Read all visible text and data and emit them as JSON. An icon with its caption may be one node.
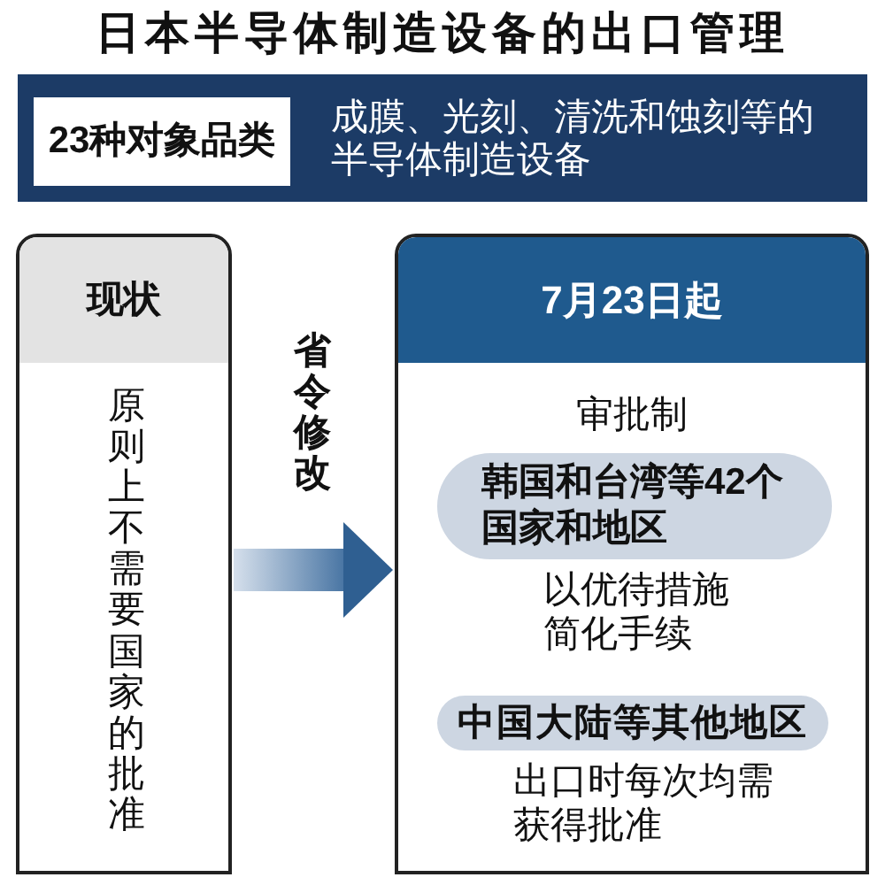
{
  "diagram": {
    "title": "日本半导体制造设备的出口管理",
    "nodes": [
      {
        "text": [
          "成膜、光刻、清洗和蚀刻等的半导体制造设备"
        ]
      },
      {
        "text": [
          "23种对象品类"
        ],
        "in": 0
      },
      {
        "text": [
          "现状",
          "原则上不需要国家的批准"
        ]
      },
      {
        "text": [
          "7月23日起",
          "审批制",
          "以优待措施简化手续",
          "出口时每次均需获得批准"
        ]
      },
      {
        "text": [
          "韩国和台湾等42个国家和地区"
        ],
        "in": 3
      },
      {
        "text": [
          "中国大陆等其他地区"
        ],
        "in": 3
      }
    ],
    "edges": [
      {
        "from": 2,
        "to": 3,
        "arrow": "to",
        "label": "省令修改",
        "style": "thick"
      }
    ]
  }
}
